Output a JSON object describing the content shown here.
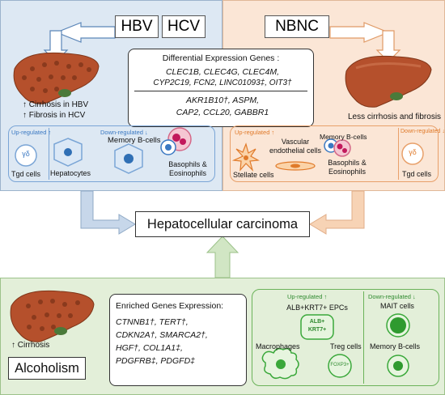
{
  "top": {
    "hbv": "HBV",
    "hcv": "HCV",
    "nbnc": "NBNC",
    "hbv_note1": "↑ Cirrhosis in HBV",
    "hbv_note2": "↑ Fibrosis in HCV",
    "nbnc_note": "Less cirrhosis and fibrosis",
    "deg_title": "Differential Expression Genes :",
    "deg_row1_line1": "CLEC1B, CLEC4G, CLEC4M,",
    "deg_row1_line2": "CYP2C19, FCN2, LINC01093‡, OIT3†",
    "deg_row2_line1": "AKR1B10†, ASPM,",
    "deg_row2_line2": "CAP2, CCL20, GABBR1"
  },
  "viral_cells": {
    "up_label": "Up-regulated ↑",
    "down_label": "Down-regulated ↓",
    "gd_symbol": "γδ",
    "tgd": "Tgd cells",
    "hepatocytes": "Hepatocytes",
    "memory_b": "Memory B-cells",
    "basophils1": "Basophils &",
    "basophils2": "Eosinophils"
  },
  "nbnc_cells": {
    "up_label": "Up-regulated ↑",
    "down_label": "Down-regulated ↓",
    "vascular1": "Vascular",
    "vascular2": "endothelial cells",
    "memory_b": "Memory B-cells",
    "stellate": "Stellate cells",
    "basophils1": "Basophils &",
    "basophils2": "Eosinophils",
    "gd_symbol": "γδ",
    "tgd": "Tgd cells"
  },
  "center": {
    "hcc": "Hepatocellular carcinoma"
  },
  "alcohol": {
    "cirrhosis": "↑ Cirrhosis",
    "title": "Alcoholism",
    "enriched_title": "Enriched Genes Expression:",
    "genes_line1": "CTNNB1†, TERT†,",
    "genes_line2": "CDKN2A†, SMARCA2†,",
    "genes_line3": "HGF†, COL1A1‡,",
    "genes_line4": "PDGFRB‡, PDGFD‡",
    "up_label": "Up-regulated ↑",
    "down_label": "Down-regulated ↓",
    "epc_label": "ALB+KRT7+ EPCs",
    "alb": "ALB+",
    "krt7": "KRT7+",
    "macrophages": "Macrophages",
    "treg": "Treg cells",
    "foxp3": "FOXP3+",
    "mait": "MAIT cells",
    "memory_b": "Memory B-cells"
  },
  "colors": {
    "blue_panel": "#dde8f3",
    "orange_panel": "#fbe6d6",
    "green_panel": "#e3efd9",
    "down_arrow": "#2f6fb5",
    "up_arrow": "#f08a2a",
    "green_arrow": "#3aa83a",
    "liver": "#b5502c"
  }
}
